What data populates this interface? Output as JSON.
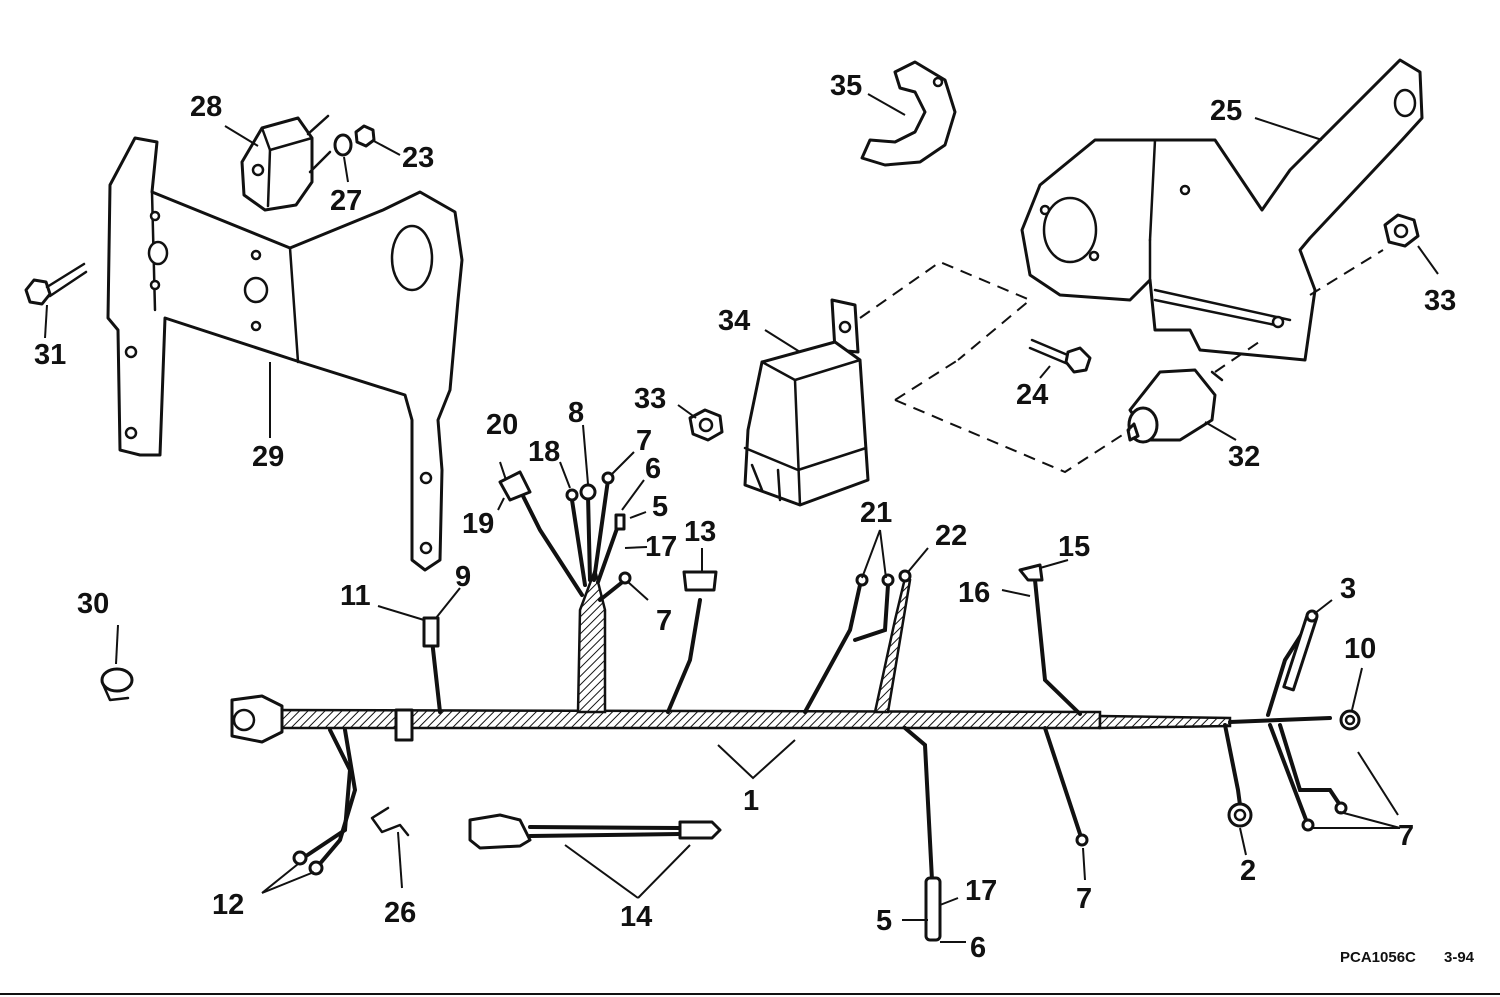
{
  "callouts": {
    "c1": "1",
    "c2": "2",
    "c3": "3",
    "c5a": "5",
    "c5b": "5",
    "c6a": "6",
    "c6b": "6",
    "c7a": "7",
    "c7b": "7",
    "c7c": "7",
    "c7d": "7",
    "c8": "8",
    "c9": "9",
    "c10": "10",
    "c11": "11",
    "c12": "12",
    "c13": "13",
    "c14": "14",
    "c15": "15",
    "c16": "16",
    "c17a": "17",
    "c17b": "17",
    "c18": "18",
    "c19": "19",
    "c20": "20",
    "c21": "21",
    "c22": "22",
    "c23": "23",
    "c24": "24",
    "c25": "25",
    "c26": "26",
    "c27": "27",
    "c28": "28",
    "c29": "29",
    "c30": "30",
    "c31": "31",
    "c32": "32",
    "c33a": "33",
    "c33b": "33",
    "c34": "34",
    "c35": "35"
  },
  "footer": {
    "drawing_code": "PCA1056C",
    "date": "3-94"
  }
}
